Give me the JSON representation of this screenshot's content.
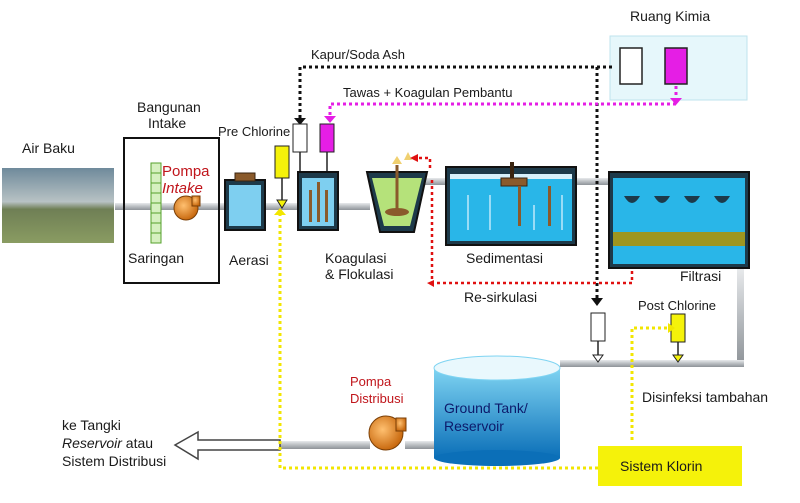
{
  "labels": {
    "ruang_kimia": "Ruang Kimia",
    "kapur_soda_ash": "Kapur/Soda Ash",
    "tawas_koagulan": "Tawas + Koagulan Pembantu",
    "bangunan_intake_1": "Bangunan",
    "bangunan_intake_2": "Intake",
    "air_baku": "Air Baku",
    "pre_chlorine": "Pre Chlorine",
    "pompa": "Pompa",
    "intake": "Intake",
    "saringan": "Saringan",
    "aerasi": "Aerasi",
    "koagulasi_1": "Koagulasi",
    "koagulasi_2": "& Flokulasi",
    "sedimentasi": "Sedimentasi",
    "filtrasi": "Filtrasi",
    "re_sirkulasi": "Re-sirkulasi",
    "post_chlorine": "Post Chlorine",
    "pompa_distribusi_1": "Pompa",
    "pompa_distribusi_2": "Distribusi",
    "ground_tank_1": "Ground Tank/",
    "ground_tank_2": "Reservoir",
    "disinfeksi": "Disinfeksi tambahan",
    "ke_tangki_1": "ke Tangki",
    "ke_tangki_2": "Reservoir",
    "ke_tangki_2b": " atau",
    "ke_tangki_3": "Sistem Distribusi",
    "sistem_klorin": "Sistem Klorin"
  },
  "colors": {
    "pipe": "#c9ccd0",
    "water": "#29b6e8",
    "tank_dark": "#1d3a4a",
    "yellow": "#f5f20a",
    "magenta": "#e51ee5",
    "red_flow": "#e01010",
    "black_flow": "#111111",
    "yellow_flow": "#f2e600",
    "pump": "#e88a1c",
    "kimia_bg": "#e6f7fb"
  }
}
